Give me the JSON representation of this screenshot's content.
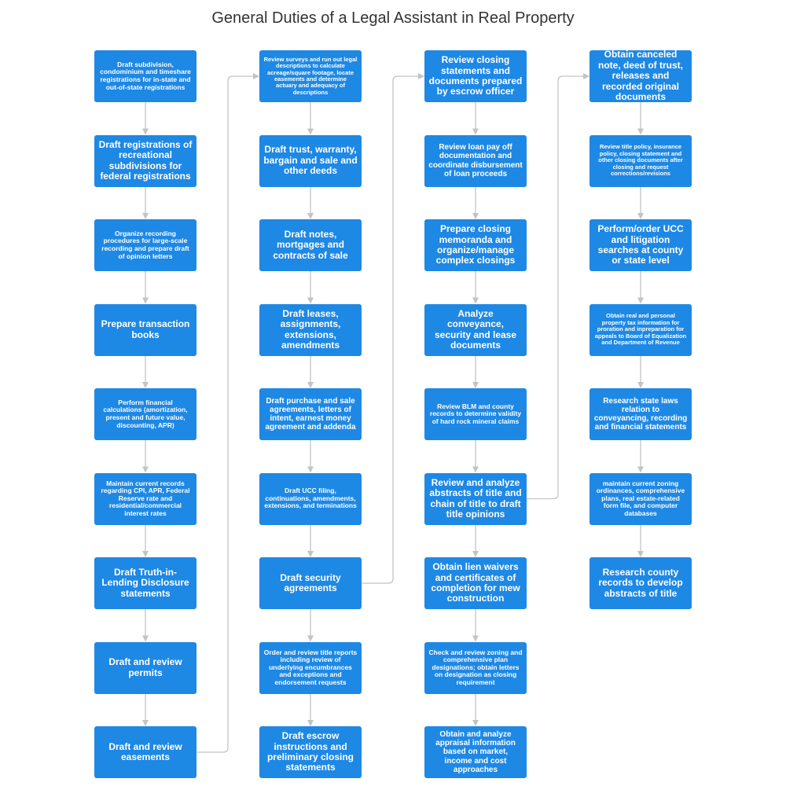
{
  "title": "General Duties of a Legal Assistant in Real Property",
  "colors": {
    "box": "#1e88e5",
    "connector": "#c3c3c3",
    "title": "#333333"
  },
  "columns": [
    [
      {
        "text": "Draft subdivision, condominium and timeshare registrations for in-state and out-of-state registrations",
        "size": "s"
      },
      {
        "text": "Draft registrations of recreational subdivisions for federal registrations",
        "size": "l"
      },
      {
        "text": "Organize recording procedures for large-scale recording and prepare draft of opinion letters",
        "size": "s"
      },
      {
        "text": "Prepare transaction books",
        "size": "l"
      },
      {
        "text": "Perform financial calculations (amortization, present and future value, discounting, APR)",
        "size": "s"
      },
      {
        "text": "Maintain current records regarding CPI, APR, Federal Reserve rate and residential/commercial interest rates",
        "size": "s"
      },
      {
        "text": "Draft Truth-in-Lending Disclosure statements",
        "size": "l"
      },
      {
        "text": "Draft and review permits",
        "size": "l"
      },
      {
        "text": "Draft and review easements",
        "size": "l"
      }
    ],
    [
      {
        "text": "Review surveys and run out legal descriptions to calculate acreage/square footage, locate easements and determine actuary and adequacy of descriptions",
        "size": "xs"
      },
      {
        "text": "Draft trust, warranty, bargain and sale and other deeds",
        "size": "l"
      },
      {
        "text": "Draft notes, mortgages and contracts of sale",
        "size": "l"
      },
      {
        "text": "Draft leases, assignments, extensions, amendments",
        "size": "l"
      },
      {
        "text": "Draft purchase and sale agreements, letters of intent, earnest money agreement and addenda",
        "size": "m"
      },
      {
        "text": "Draft UCC filing, continuations, amendments, extensions, and terminations",
        "size": "s"
      },
      {
        "text": "Draft security agreements",
        "size": "l"
      },
      {
        "text": "Order and review title reports including review of underlying encumbrances and exceptions and endorsement requests",
        "size": "s"
      },
      {
        "text": "Draft escrow instructions and preliminary closing statements",
        "size": "l"
      }
    ],
    [
      {
        "text": "Review closing statements and documents prepared by escrow officer",
        "size": "l"
      },
      {
        "text": "Review loan pay off documentation and coordinate disbursement of loan proceeds",
        "size": "m"
      },
      {
        "text": "Prepare closing memoranda and organize/manage complex closings",
        "size": "l"
      },
      {
        "text": "Analyze conveyance, security and lease documents",
        "size": "l"
      },
      {
        "text": "Review BLM and county records to determine validity of hard rock mineral claims",
        "size": "s"
      },
      {
        "text": "Review and analyze abstracts of title and chain of title to draft title opinions",
        "size": "l"
      },
      {
        "text": "Obtain lien waivers and certificates of completion for mew construction",
        "size": "l"
      },
      {
        "text": "Check and review zoning and comprehensive plan designations; obtain letters on designation as closing requirement",
        "size": "s"
      },
      {
        "text": "Obtain and analyze appraisal information based on market, income and cost approaches",
        "size": "m"
      }
    ],
    [
      {
        "text": "Obtain canceled note, deed of trust, releases and recorded original documents",
        "size": "l"
      },
      {
        "text": "Review title policy, insurance policy, closing statement and other closing documents after closing and request corrections/revisions",
        "size": "xs"
      },
      {
        "text": "Perform/order UCC and litigation searches at county or state level",
        "size": "l"
      },
      {
        "text": "Obtain real and personal property tax information for proration and inpreparation for appeals to Board of Equalization and Department of Revenue",
        "size": "xs"
      },
      {
        "text": "Research state laws relation to conveyancing, recording and financial statements",
        "size": "m"
      },
      {
        "text": "maintain current zoning ordinances, comprehensive plans, real estate-related form file, and computer databases",
        "size": "s"
      },
      {
        "text": "Research county records to develop abstracts of title",
        "size": "l"
      }
    ]
  ]
}
